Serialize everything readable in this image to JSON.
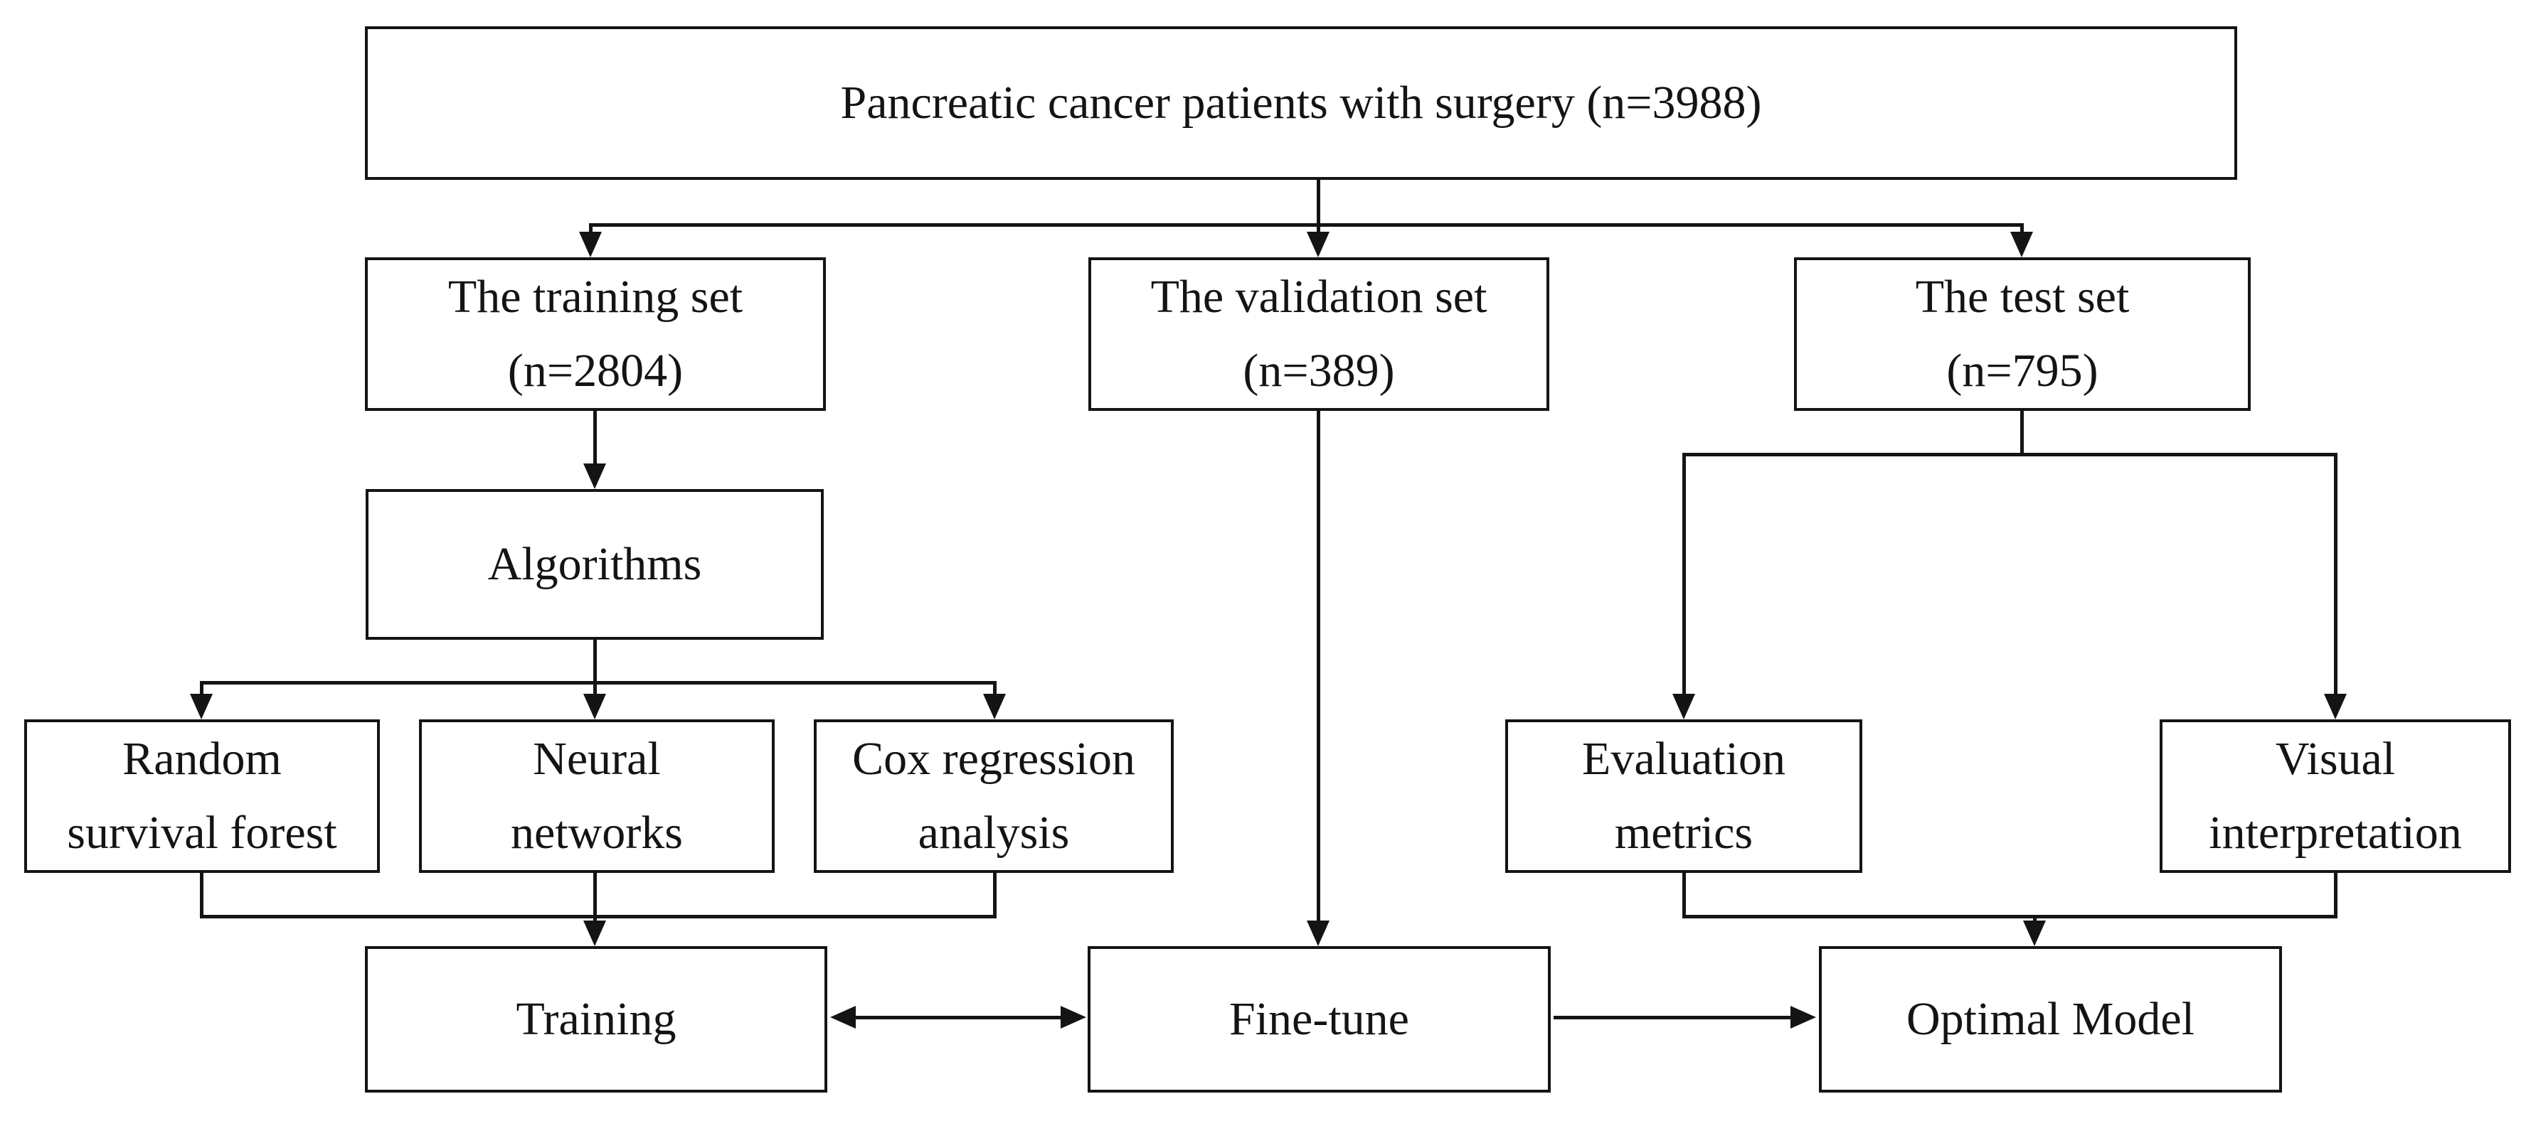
{
  "figure": {
    "background": "#ffffff",
    "line_color": "#141414",
    "box_fill": "#ffffff"
  },
  "nodes": {
    "patients": {
      "label": "Pancreatic cancer patients with surgery (n=3988)"
    },
    "training_set": {
      "label": "The training set\n(n=2804)"
    },
    "validation_set": {
      "label": "The validation set\n(n=389)"
    },
    "test_set": {
      "label": "The test set\n(n=795)"
    },
    "algorithms": {
      "label": "Algorithms"
    },
    "random_survival_forest": {
      "label": "Random\nsurvival forest"
    },
    "neural_networks": {
      "label": "Neural\nnetworks"
    },
    "cox_regression_analysis": {
      "label": "Cox regression\nanalysis"
    },
    "evaluation_metrics": {
      "label": "Evaluation\nmetrics"
    },
    "visual_interpretation": {
      "label": "Visual\ninterpretation"
    },
    "training": {
      "label": "Training"
    },
    "fine_tune": {
      "label": "Fine-tune"
    },
    "optimal_model": {
      "label": "Optimal Model"
    }
  }
}
